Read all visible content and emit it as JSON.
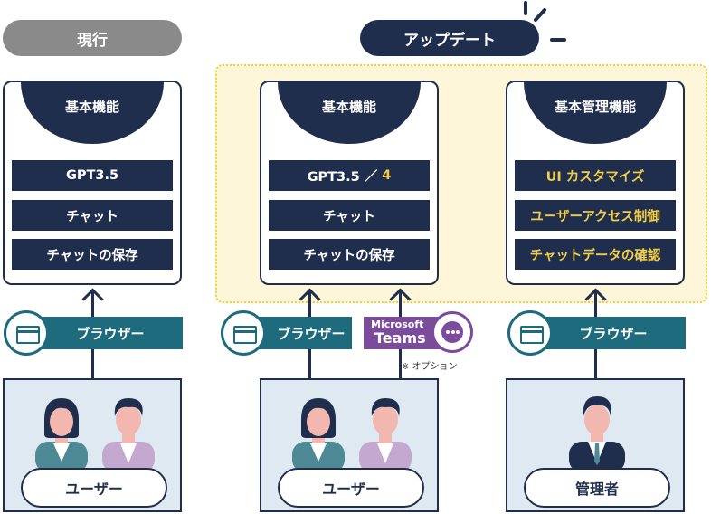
{
  "headers": {
    "current": "現行",
    "update": "アップデート"
  },
  "columns": [
    {
      "title": "基本機能",
      "features": [
        "GPT3.5",
        "チャット",
        "チャットの保存"
      ]
    },
    {
      "title": "基本機能",
      "features_prefix": "GPT3.5 ／ ",
      "features_highlight": "4",
      "features": [
        "チャット",
        "チャットの保存"
      ]
    },
    {
      "title": "基本管理機能",
      "features": [
        "UI カスタマイズ",
        "ユーザーアクセス制御",
        "チャットデータの確認"
      ]
    }
  ],
  "browser_label": "ブラウザー",
  "teams": {
    "line1": "Microsoft",
    "line2": "Teams",
    "note": "※ オプション"
  },
  "users": {
    "user_label": "ユーザー",
    "admin_label": "管理者"
  },
  "colors": {
    "navy": "#1f2e4d",
    "teal": "#1d6b7d",
    "gold": "#f2cd4a",
    "purple": "#7a4c9a",
    "highlight_bg": "#fdf6d9"
  }
}
